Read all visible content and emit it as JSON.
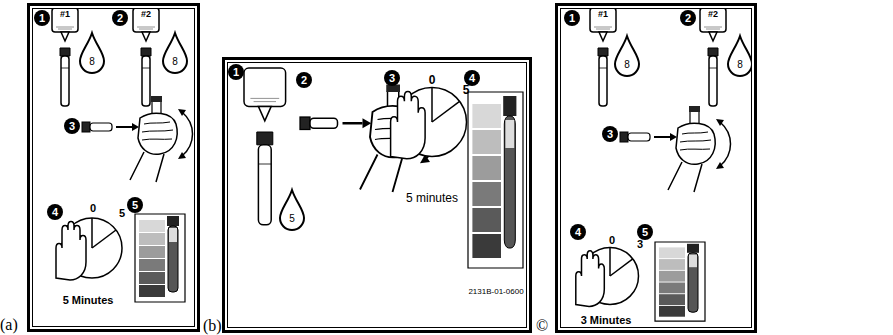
{
  "diagram": {
    "nodes": [
      {
        "text": [
          "(a)"
        ]
      },
      {
        "text": [
          "1"
        ],
        "in": 0
      },
      {
        "text": [
          "2"
        ],
        "in": 0
      },
      {
        "text": [
          "3"
        ],
        "in": 0
      },
      {
        "text": [
          "4"
        ],
        "in": 0
      },
      {
        "text": [
          "5"
        ],
        "in": 0
      },
      {
        "text": [
          "(b)"
        ]
      },
      {
        "text": [
          "1"
        ],
        "in": 6
      },
      {
        "text": [
          "2"
        ],
        "in": 6
      },
      {
        "text": [
          "3"
        ],
        "in": 6
      },
      {
        "text": [
          "4"
        ],
        "in": 6
      },
      {
        "text": [
          "©"
        ]
      },
      {
        "text": [
          "1"
        ],
        "in": 11
      },
      {
        "text": [
          "2"
        ],
        "in": 11
      },
      {
        "text": [
          "3"
        ],
        "in": 11
      },
      {
        "text": [
          "4"
        ],
        "in": 11
      },
      {
        "text": [
          "5"
        ],
        "in": 11
      }
    ],
    "labels": [
      "#1",
      "8",
      "#2",
      "8",
      "0",
      "5",
      "5 Minutes",
      "5",
      "0",
      "5",
      "5 minutes",
      "2131B-01-0600",
      "#1",
      "8",
      "#2",
      "8",
      "0",
      "3",
      "3 Minutes"
    ]
  }
}
